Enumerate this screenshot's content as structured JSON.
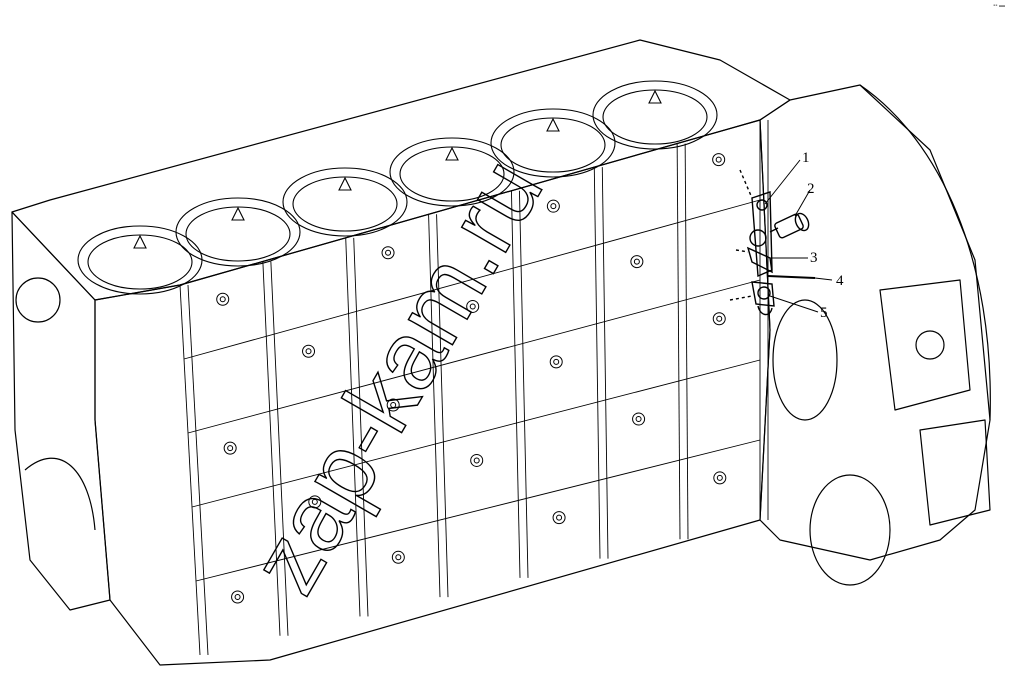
{
  "diagram": {
    "callouts": [
      {
        "id": "1",
        "label": "1"
      },
      {
        "id": "2",
        "label": "2"
      },
      {
        "id": "3",
        "label": "3"
      },
      {
        "id": "4",
        "label": "4"
      },
      {
        "id": "5",
        "label": "5"
      }
    ]
  },
  "watermark": {
    "text": "zap-kam.ru"
  },
  "corner_mark": "▪▪ ▬",
  "colors": {
    "line": "#000000",
    "background": "#ffffff",
    "watermark": "#000000"
  }
}
